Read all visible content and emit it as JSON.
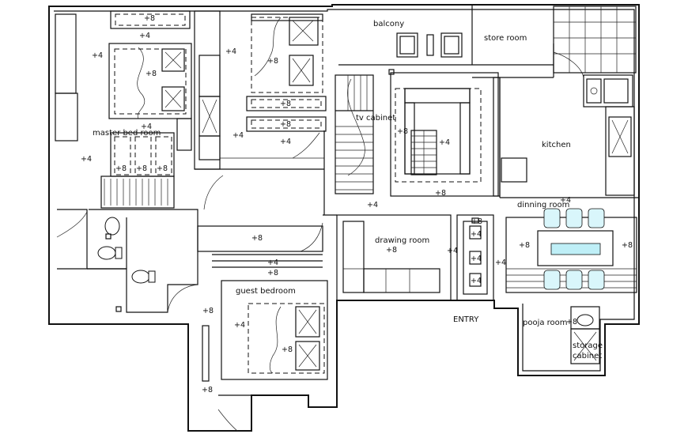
{
  "rooms": {
    "balcony": "balcony",
    "store_room": "store room",
    "master_bedroom": "master bed room",
    "tv_cabinet": "tv cabinet",
    "kitchen": "kitchen",
    "dinning_room": "dinning room",
    "drawing_room": "drawing room",
    "guest_bedroom": "guest bedroom",
    "entry": "ENTRY",
    "pooja_room": "pooja room",
    "storage_cabinet_line1": "storage",
    "storage_cabinet_line2": "cabinet"
  },
  "levels": {
    "plus4": "+4",
    "plus8": "+8"
  }
}
